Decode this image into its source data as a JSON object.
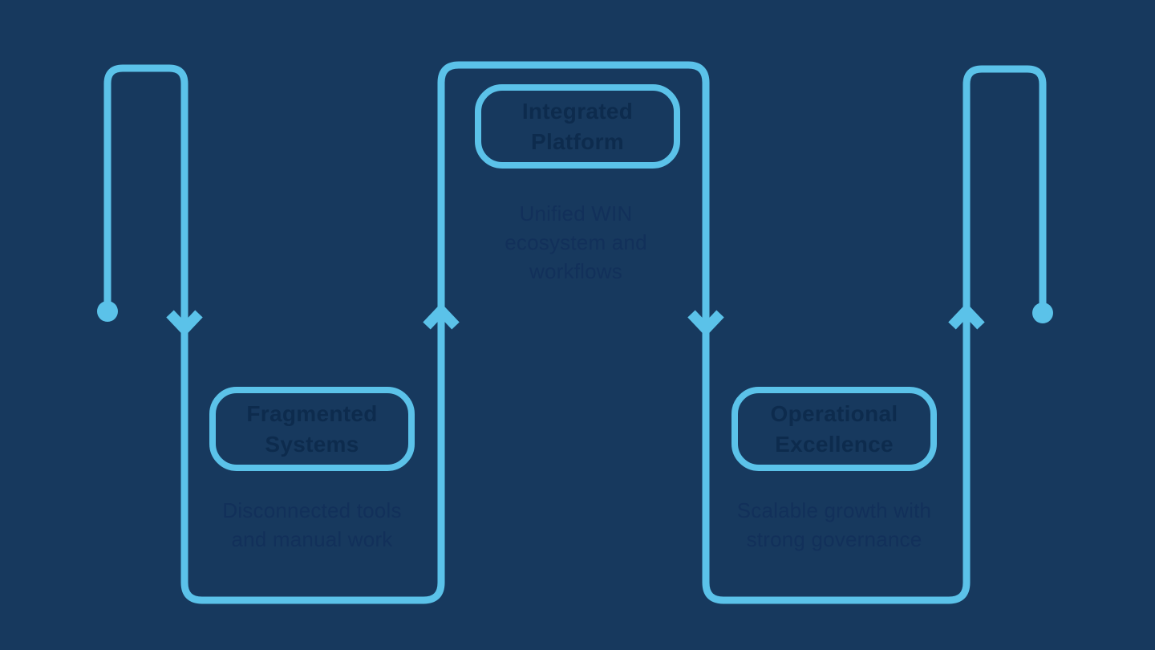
{
  "theme": {
    "background": "#17395E",
    "accent": "#5BC2E9",
    "heading_color": "#0D2B4D",
    "body_color": "#12305A"
  },
  "diagram": {
    "type": "process-flow",
    "stages": [
      {
        "label": "Fragmented Systems",
        "description": "Disconnected tools and manual work",
        "position": "bottom-left"
      },
      {
        "label": "Integrated Platform",
        "description": "Unified WIN ecosystem and workflows",
        "position": "top-center"
      },
      {
        "label": "Operational Excellence",
        "description": "Scalable growth with strong governance",
        "position": "bottom-right"
      }
    ],
    "connector": {
      "shape": "square-wave-snake",
      "start_marker": "dot",
      "end_marker": "dot",
      "arrow_directions": [
        "down",
        "up",
        "down",
        "up"
      ]
    }
  }
}
